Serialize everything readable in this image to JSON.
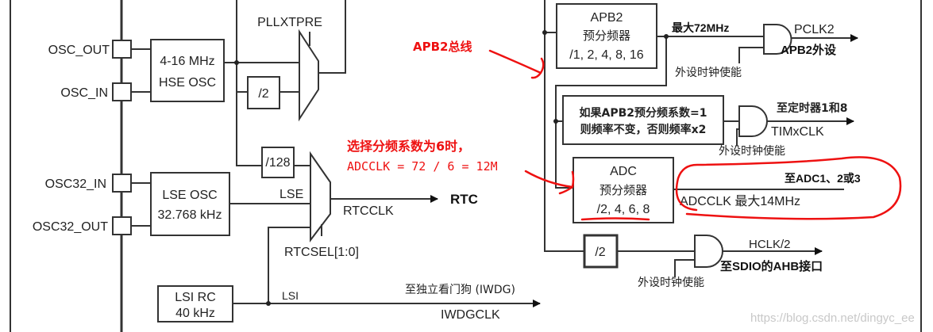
{
  "pins": {
    "osc_out": "OSC_OUT",
    "osc_in": "OSC_IN",
    "osc32_in": "OSC32_IN",
    "osc32_out": "OSC32_OUT"
  },
  "hse": {
    "line1": "4-16 MHz",
    "line2": "HSE OSC"
  },
  "lse": {
    "line1": "LSE OSC",
    "line2": "32.768 kHz"
  },
  "lsi": {
    "line1": "LSI RC",
    "line2": "40 kHz",
    "signal": "LSI"
  },
  "pllxtpre": {
    "label": "PLLXTPRE",
    "div": "/2"
  },
  "rtc": {
    "div": "/128",
    "lse_label": "LSE",
    "clk": "RTCCLK",
    "out": "RTC",
    "sel": "RTCSEL[1:0]"
  },
  "iwdg": {
    "label": "至独立看门狗  (IWDG)",
    "clk": "IWDGCLK"
  },
  "apb2": {
    "line1": "APB2",
    "line2": "预分频器",
    "line3": "/1, 2, 4, 8, 16",
    "max": "最大72MHz",
    "out": "PCLK2",
    "dest": "APB2外设",
    "enable": "外设时钟使能"
  },
  "timer": {
    "line1": "如果APB2预分频系数=1",
    "line2": "则频率不变，否则频率x2",
    "dest": "至定时器1和8",
    "out": "TIMxCLK",
    "enable": "外设时钟使能"
  },
  "adc": {
    "line1": "ADC",
    "line2": "预分频器",
    "line3": "/2, 4, 6, 8",
    "dest": "至ADC1、2或3",
    "out": "ADCCLK  最大14MHz"
  },
  "sdio": {
    "div": "/2",
    "out": "HCLK/2",
    "dest": "至SDIO的AHB接口",
    "enable": "外设时钟使能"
  },
  "annotations": {
    "apb2_bus": "APB2总线",
    "note_line1": "选择分频系数为6时，",
    "note_line2": "ADCCLK = 72 / 6 = 12M",
    "color": "#ee1111"
  },
  "watermark": "https://blog.csdn.net/dingyc_ee"
}
